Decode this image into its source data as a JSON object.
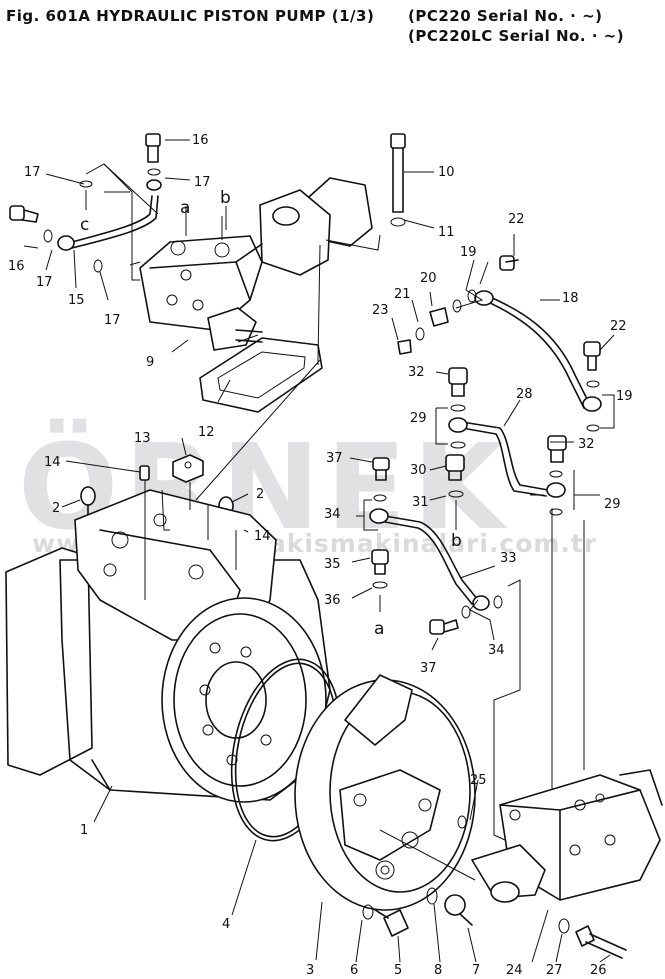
{
  "header": {
    "figure_title": "Fig. 601A   HYDRAULIC PISTON PUMP (1/3)",
    "serial_line_1": "(PC220     Serial No. · ~)",
    "serial_line_2": "(PC220LC  Serial No. · ~)"
  },
  "watermark": {
    "main": "ÖRNEK",
    "url": "www.yedekparcakismakinalari.com.tr"
  },
  "part_labels": [
    {
      "id": "p16a",
      "text": "16"
    },
    {
      "id": "p17a",
      "text": "17"
    },
    {
      "id": "p17b",
      "text": "17"
    },
    {
      "id": "p10",
      "text": "10"
    },
    {
      "id": "p11",
      "text": "11"
    },
    {
      "id": "p22a",
      "text": "22"
    },
    {
      "id": "p16b",
      "text": "16"
    },
    {
      "id": "p17c",
      "text": "17"
    },
    {
      "id": "p15",
      "text": "15"
    },
    {
      "id": "p17d",
      "text": "17"
    },
    {
      "id": "p19a",
      "text": "19"
    },
    {
      "id": "p20",
      "text": "20"
    },
    {
      "id": "p21",
      "text": "21"
    },
    {
      "id": "p18",
      "text": "18"
    },
    {
      "id": "p23",
      "text": "23"
    },
    {
      "id": "p22b",
      "text": "22"
    },
    {
      "id": "p9",
      "text": "9"
    },
    {
      "id": "p32a",
      "text": "32"
    },
    {
      "id": "p19b",
      "text": "19"
    },
    {
      "id": "p12",
      "text": "12"
    },
    {
      "id": "p29a",
      "text": "29"
    },
    {
      "id": "p28",
      "text": "28"
    },
    {
      "id": "p13",
      "text": "13"
    },
    {
      "id": "p37a",
      "text": "37"
    },
    {
      "id": "p32b",
      "text": "32"
    },
    {
      "id": "p14a",
      "text": "14"
    },
    {
      "id": "p30",
      "text": "30"
    },
    {
      "id": "p2a",
      "text": "2"
    },
    {
      "id": "p2b",
      "text": "2"
    },
    {
      "id": "p31",
      "text": "31"
    },
    {
      "id": "p29b",
      "text": "29"
    },
    {
      "id": "p34a",
      "text": "34"
    },
    {
      "id": "p14b",
      "text": "14"
    },
    {
      "id": "p33",
      "text": "33"
    },
    {
      "id": "p35",
      "text": "35"
    },
    {
      "id": "p36",
      "text": "36"
    },
    {
      "id": "p34b",
      "text": "34"
    },
    {
      "id": "p37b",
      "text": "37"
    },
    {
      "id": "p25",
      "text": "25"
    },
    {
      "id": "p1",
      "text": "1"
    },
    {
      "id": "p4",
      "text": "4"
    },
    {
      "id": "p3",
      "text": "3"
    },
    {
      "id": "p6",
      "text": "6"
    },
    {
      "id": "p5",
      "text": "5"
    },
    {
      "id": "p8",
      "text": "8"
    },
    {
      "id": "p7",
      "text": "7"
    },
    {
      "id": "p24",
      "text": "24"
    },
    {
      "id": "p27",
      "text": "27"
    },
    {
      "id": "p26",
      "text": "26"
    }
  ],
  "connection_refs": {
    "a_top": "a",
    "b_top": "b",
    "c_top": "c",
    "b_bottom": "b",
    "a_bottom": "a"
  }
}
